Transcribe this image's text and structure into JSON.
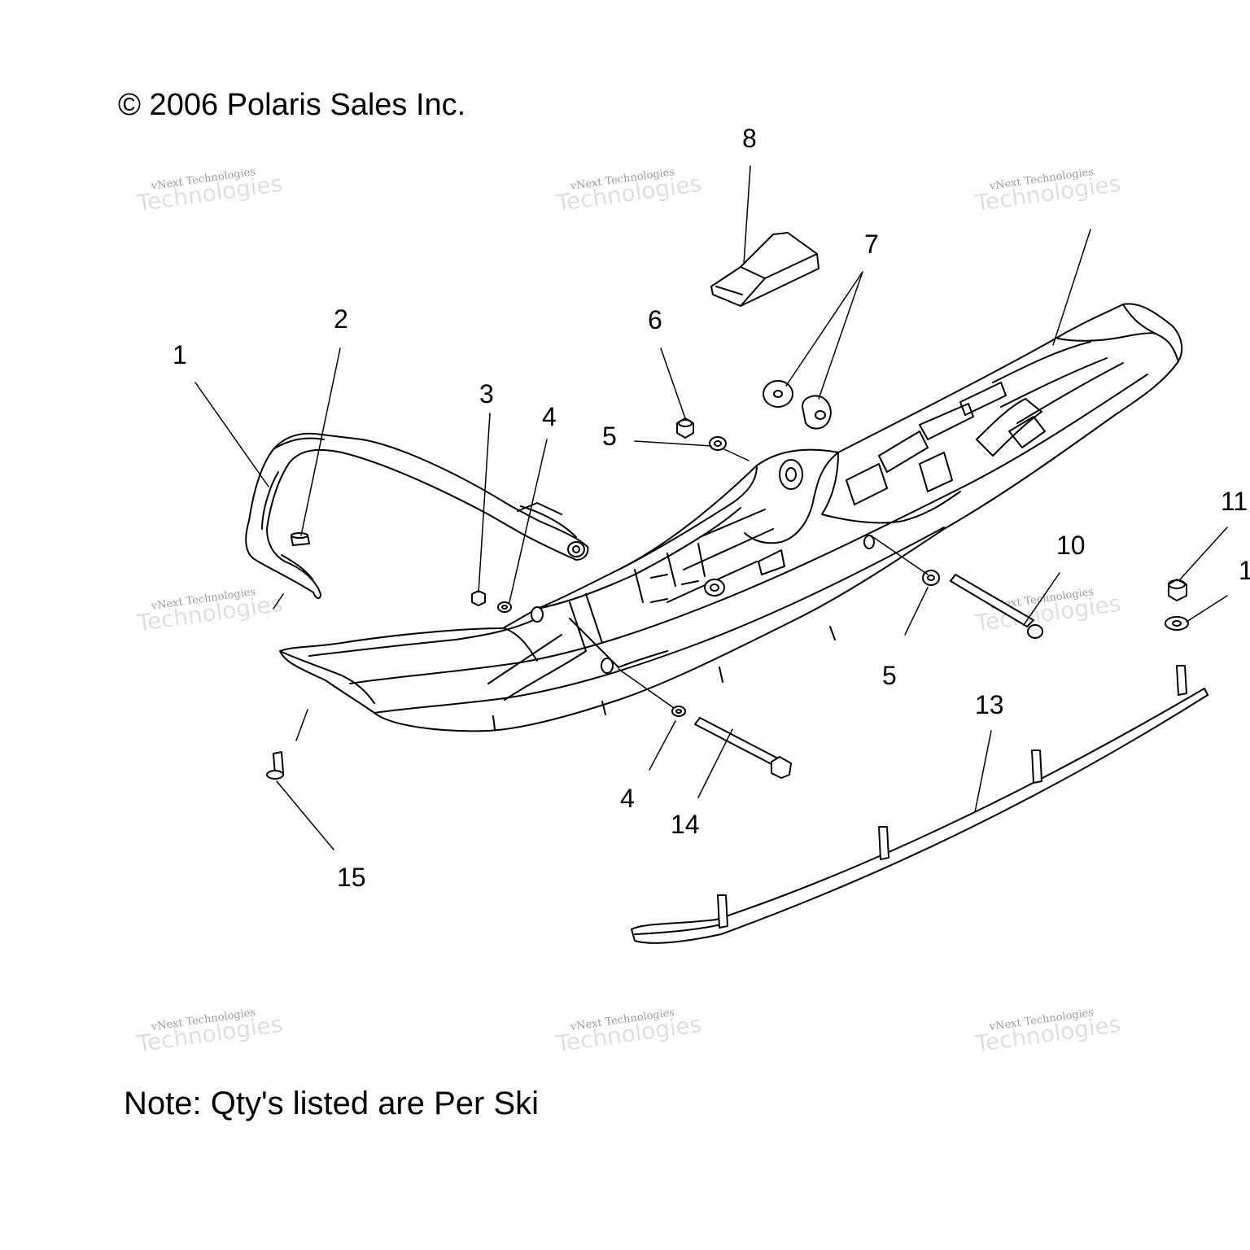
{
  "header": {
    "copyright": "© 2006 Polaris Sales Inc."
  },
  "footer": {
    "note": "Note: Qty's listed are Per Ski"
  },
  "callouts": [
    {
      "id": "c1",
      "label": "1"
    },
    {
      "id": "c2",
      "label": "2"
    },
    {
      "id": "c3",
      "label": "3"
    },
    {
      "id": "c4a",
      "label": "4"
    },
    {
      "id": "c4b",
      "label": "4"
    },
    {
      "id": "c5a",
      "label": "5"
    },
    {
      "id": "c5b",
      "label": "5"
    },
    {
      "id": "c6",
      "label": "6"
    },
    {
      "id": "c7",
      "label": "7"
    },
    {
      "id": "c8",
      "label": "8"
    },
    {
      "id": "c10",
      "label": "10"
    },
    {
      "id": "c11",
      "label": "11"
    },
    {
      "id": "c12",
      "label": "1"
    },
    {
      "id": "c13",
      "label": "13"
    },
    {
      "id": "c14",
      "label": "14"
    },
    {
      "id": "c15",
      "label": "15"
    }
  ],
  "watermark": {
    "line1": "vNext Technologies",
    "line2": "Technologies"
  },
  "colors": {
    "line": "#000000",
    "part_fill": "#ffffff",
    "watermark": "#c4c4c4"
  }
}
